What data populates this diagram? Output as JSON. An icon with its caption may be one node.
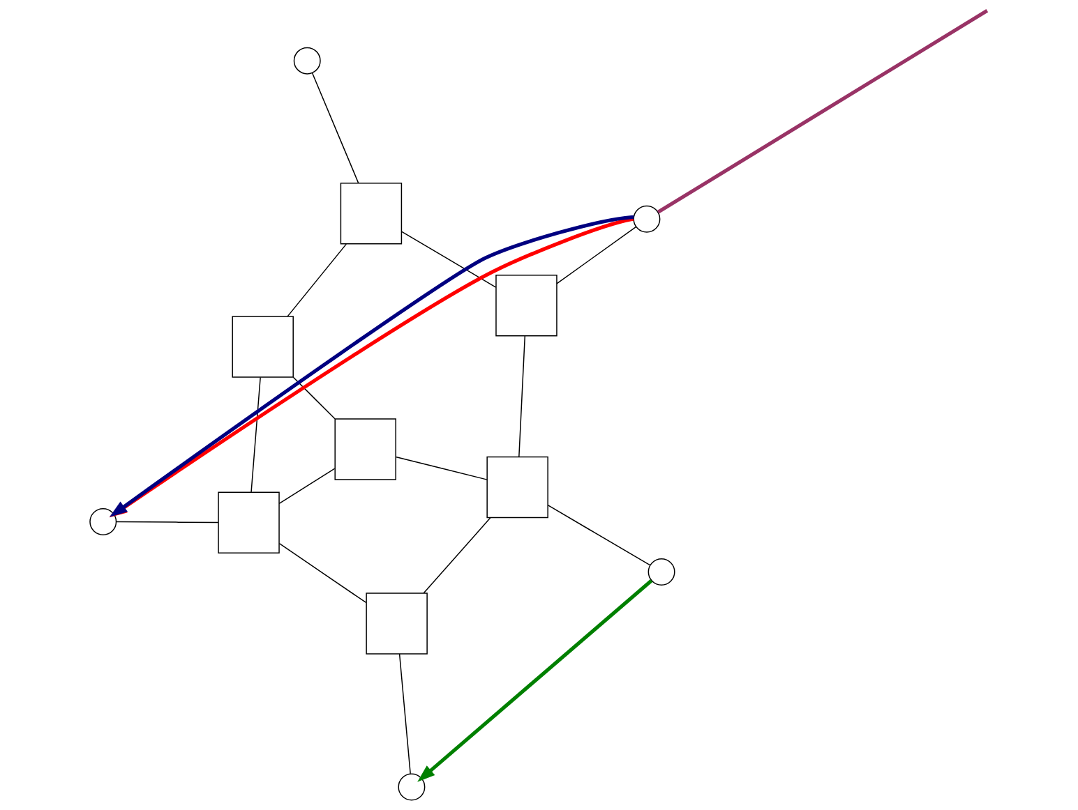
{
  "diagram": {
    "nodes": [
      {
        "text": [],
        "shape": "circle"
      },
      {
        "text": [],
        "shape": "box"
      },
      {
        "text": [],
        "shape": "box"
      },
      {
        "text": [],
        "shape": "circle"
      },
      {
        "text": [],
        "shape": "box"
      },
      {
        "text": [],
        "shape": "box"
      },
      {
        "text": [],
        "shape": "box"
      },
      {
        "text": [],
        "shape": "circle"
      },
      {
        "text": [],
        "shape": "box"
      },
      {
        "text": [],
        "shape": "circle"
      },
      {
        "text": [],
        "shape": "box"
      },
      {
        "text": [],
        "shape": "circle"
      }
    ],
    "edges": [
      {
        "from": 0,
        "to": 1,
        "arrow": "none"
      },
      {
        "from": 1,
        "to": 2,
        "arrow": "none"
      },
      {
        "from": 1,
        "to": 4,
        "arrow": "none"
      },
      {
        "from": 2,
        "to": 5,
        "arrow": "none"
      },
      {
        "from": 2,
        "to": 6,
        "arrow": "none"
      },
      {
        "from": 3,
        "to": 4,
        "arrow": "none"
      },
      {
        "from": 4,
        "to": 8,
        "arrow": "none"
      },
      {
        "from": 5,
        "to": 8,
        "arrow": "none"
      },
      {
        "from": 5,
        "to": 6,
        "arrow": "none"
      },
      {
        "from": 6,
        "to": 7,
        "arrow": "none"
      },
      {
        "from": 9,
        "to": 8,
        "arrow": "none"
      },
      {
        "from": 8,
        "to": 10,
        "arrow": "none"
      },
      {
        "from": 10,
        "to": 6,
        "arrow": "none"
      },
      {
        "from": 10,
        "to": 11,
        "arrow": "none"
      },
      {
        "from": 3,
        "to": 7,
        "arrow": "to",
        "style": "thick",
        "color": "#ff0000"
      },
      {
        "from": 3,
        "to": 7,
        "arrow": "to",
        "style": "thick",
        "color": "#000080"
      },
      {
        "from": 3,
        "to": null,
        "arrow": "none",
        "style": "thick",
        "color": "#993366"
      },
      {
        "from": 9,
        "to": 11,
        "arrow": "to",
        "style": "thick",
        "color": "#008000"
      }
    ]
  }
}
